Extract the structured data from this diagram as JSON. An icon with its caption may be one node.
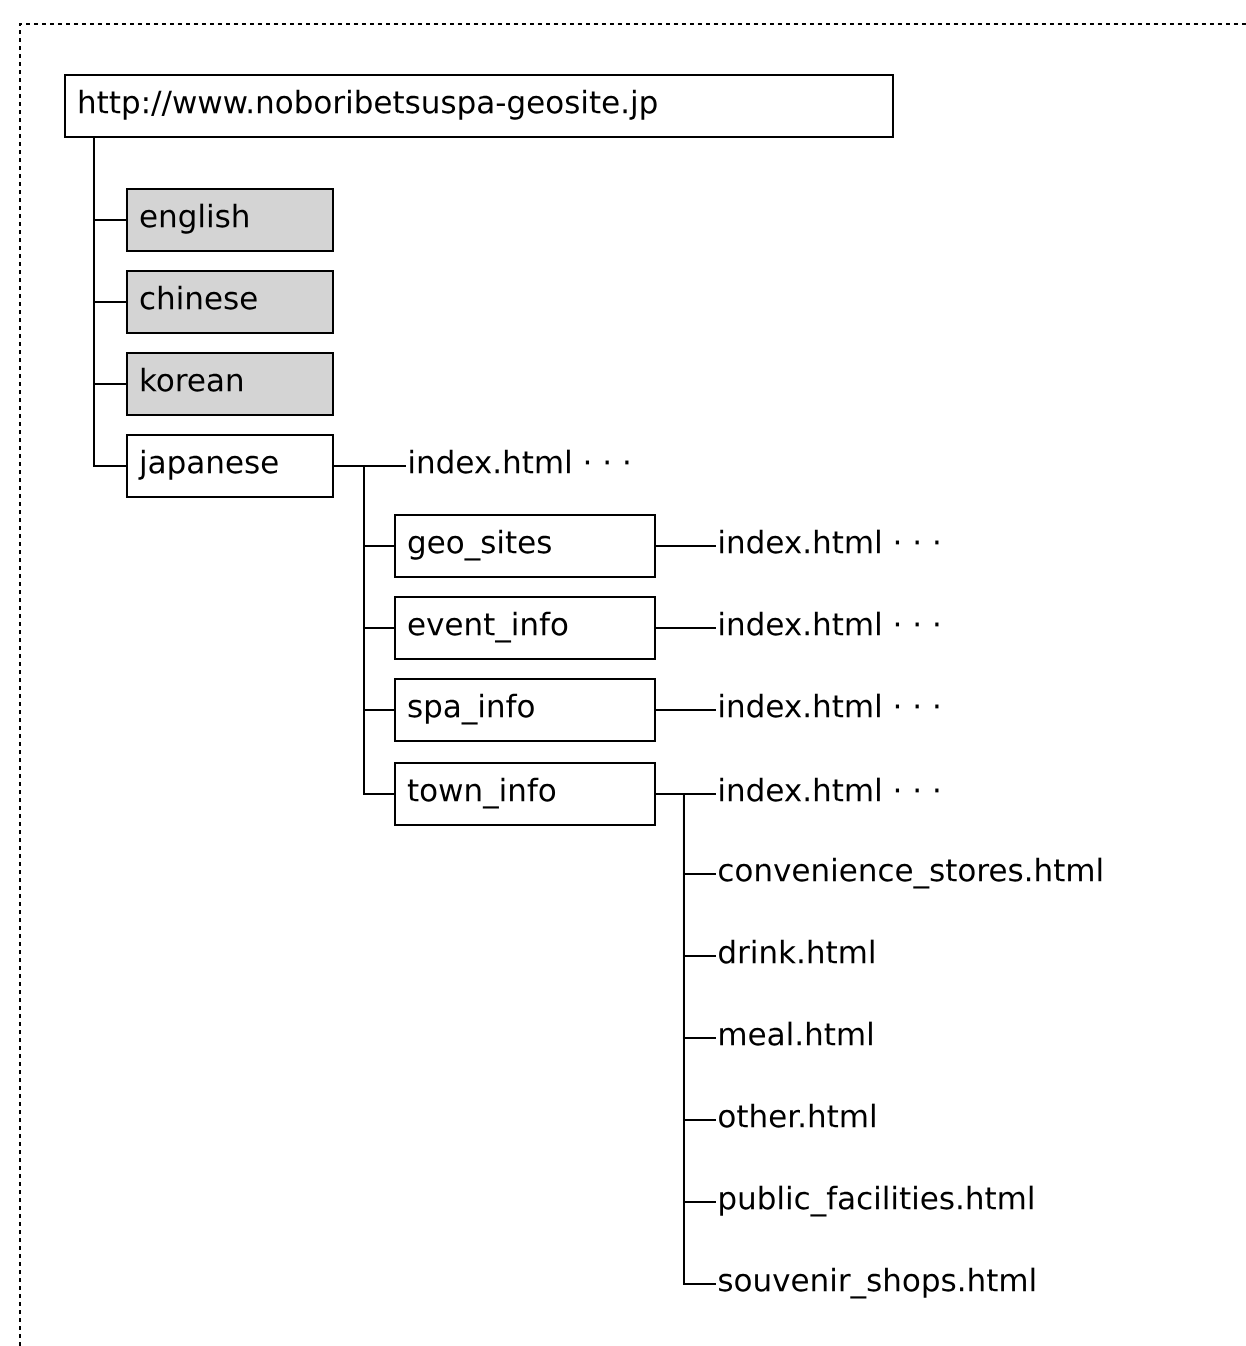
{
  "diagram": {
    "nodes": [
      {
        "text": [
          "http://www.noboribetsuspa-geosite.jp"
        ]
      },
      {
        "text": [
          "english"
        ]
      },
      {
        "text": [
          "chinese"
        ]
      },
      {
        "text": [
          "korean"
        ]
      },
      {
        "text": [
          "japanese"
        ]
      },
      {
        "text": [
          "index.html · · ·"
        ]
      },
      {
        "text": [
          "geo_sites"
        ]
      },
      {
        "text": [
          "index.html · · ·"
        ]
      },
      {
        "text": [
          "event_info"
        ]
      },
      {
        "text": [
          "index.html · · ·"
        ]
      },
      {
        "text": [
          "spa_info"
        ]
      },
      {
        "text": [
          "index.html · · ·"
        ]
      },
      {
        "text": [
          "town_info"
        ]
      },
      {
        "text": [
          "index.html · · ·"
        ]
      },
      {
        "text": [
          "convenience_stores.html"
        ]
      },
      {
        "text": [
          "drink.html"
        ]
      },
      {
        "text": [
          "meal.html"
        ]
      },
      {
        "text": [
          "other.html"
        ]
      },
      {
        "text": [
          "public_facilities.html"
        ]
      },
      {
        "text": [
          "souvenir_shops.html"
        ]
      }
    ],
    "edges": [
      {
        "from": 0,
        "to": 1,
        "arrow": "none"
      },
      {
        "from": 0,
        "to": 2,
        "arrow": "none"
      },
      {
        "from": 0,
        "to": 3,
        "arrow": "none"
      },
      {
        "from": 0,
        "to": 4,
        "arrow": "none"
      },
      {
        "from": 4,
        "to": 5,
        "arrow": "none"
      },
      {
        "from": 4,
        "to": 6,
        "arrow": "none"
      },
      {
        "from": 4,
        "to": 8,
        "arrow": "none"
      },
      {
        "from": 4,
        "to": 10,
        "arrow": "none"
      },
      {
        "from": 4,
        "to": 12,
        "arrow": "none"
      },
      {
        "from": 6,
        "to": 7,
        "arrow": "none"
      },
      {
        "from": 8,
        "to": 9,
        "arrow": "none"
      },
      {
        "from": 10,
        "to": 11,
        "arrow": "none"
      },
      {
        "from": 12,
        "to": 13,
        "arrow": "none"
      },
      {
        "from": 12,
        "to": 14,
        "arrow": "none"
      },
      {
        "from": 12,
        "to": 15,
        "arrow": "none"
      },
      {
        "from": 12,
        "to": 16,
        "arrow": "none"
      },
      {
        "from": 12,
        "to": 17,
        "arrow": "none"
      },
      {
        "from": 12,
        "to": 18,
        "arrow": "none"
      },
      {
        "from": 12,
        "to": 19,
        "arrow": "none"
      }
    ]
  }
}
